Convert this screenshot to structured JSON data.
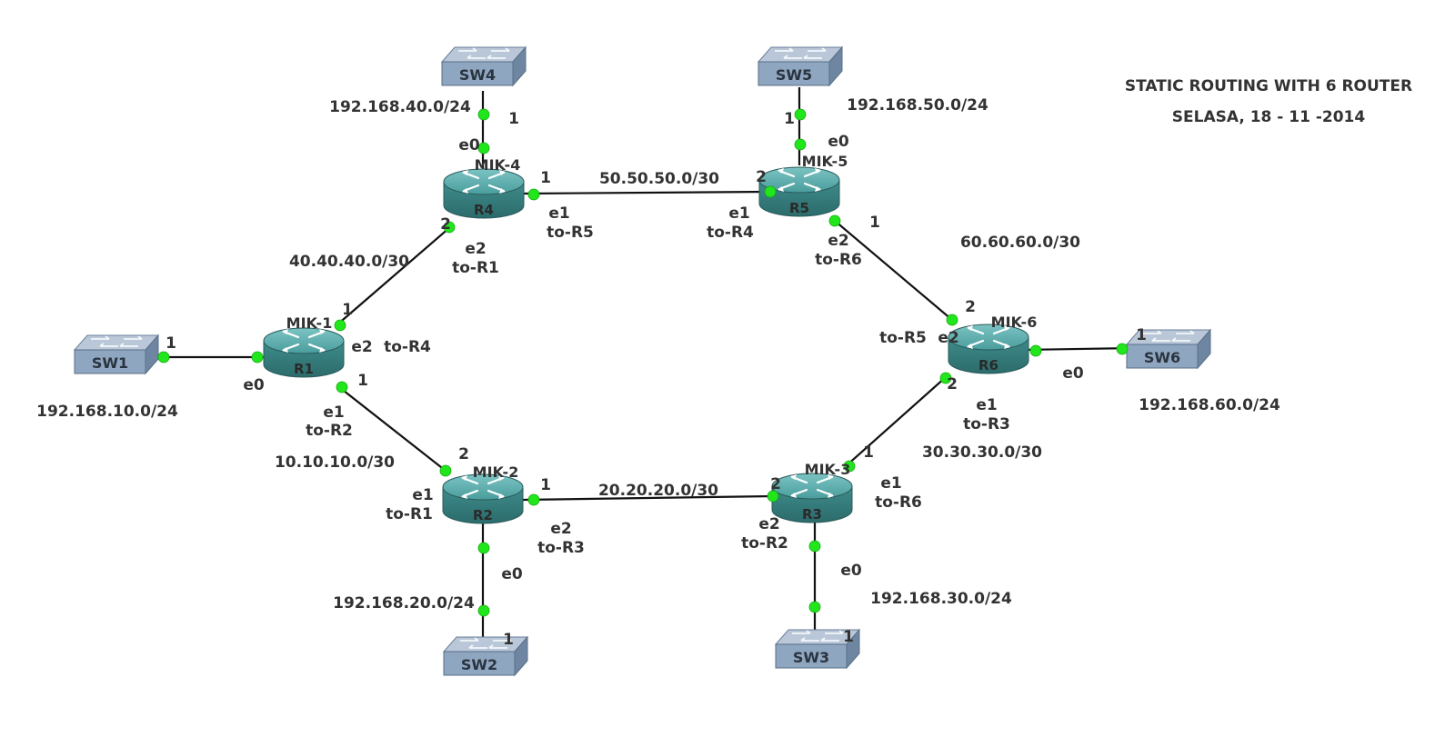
{
  "title": {
    "line1": "STATIC ROUTING WITH 6 ROUTER",
    "line2": "SELASA, 18 - 11 -2014"
  },
  "colors": {
    "link": "#111111",
    "port_dot": "#22e61c",
    "router_body": "#3e8e8e",
    "switch_body": "#8fa6c0"
  },
  "routers": [
    {
      "id": "R1",
      "name": "MIK-1",
      "icon": "router-icon"
    },
    {
      "id": "R2",
      "name": "MIK-2",
      "icon": "router-icon"
    },
    {
      "id": "R3",
      "name": "MIK-3",
      "icon": "router-icon"
    },
    {
      "id": "R4",
      "name": "MIK-4",
      "icon": "router-icon"
    },
    {
      "id": "R5",
      "name": "MIK-5",
      "icon": "router-icon"
    },
    {
      "id": "R6",
      "name": "MIK-6",
      "icon": "router-icon"
    }
  ],
  "switches": [
    {
      "id": "SW1",
      "icon": "switch-icon"
    },
    {
      "id": "SW2",
      "icon": "switch-icon"
    },
    {
      "id": "SW3",
      "icon": "switch-icon"
    },
    {
      "id": "SW4",
      "icon": "switch-icon"
    },
    {
      "id": "SW5",
      "icon": "switch-icon"
    },
    {
      "id": "SW6",
      "icon": "switch-icon"
    }
  ],
  "networks": {
    "lan1": "192.168.10.0/24",
    "lan2": "192.168.20.0/24",
    "lan3": "192.168.30.0/24",
    "lan4": "192.168.40.0/24",
    "lan5": "192.168.50.0/24",
    "lan6": "192.168.60.0/24",
    "r1_r2": "10.10.10.0/30",
    "r2_r3": "20.20.20.0/30",
    "r3_r6": "30.30.30.0/30",
    "r1_r4": "40.40.40.0/30",
    "r4_r5": "50.50.50.0/30",
    "r5_r6": "60.60.60.0/30"
  },
  "ports": {
    "one": "1",
    "two": "2",
    "e0": "e0",
    "e1": "e1",
    "e2": "e2"
  },
  "interfaces": {
    "to_r1": "to-R1",
    "to_r2": "to-R2",
    "to_r3": "to-R3",
    "to_r4": "to-R4",
    "to_r5": "to-R5",
    "to_r6": "to-R6"
  }
}
